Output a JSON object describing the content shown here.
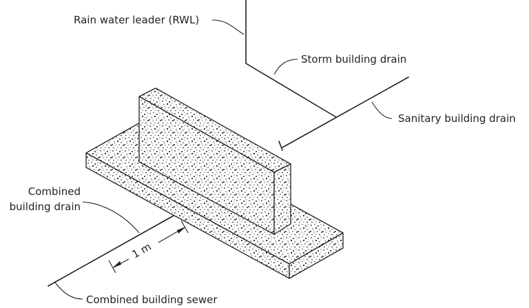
{
  "diagram": {
    "labels": {
      "rwl": "Rain water leader (RWL)",
      "storm": "Storm building drain",
      "sanitary": "Sanitary building drain",
      "combined_drain_line1": "Combined",
      "combined_drain_line2": "building drain",
      "combined_sewer": "Combined building sewer",
      "dimension": "1 m"
    },
    "colors": {
      "ink": "#231f20",
      "background": "#ffffff"
    }
  }
}
